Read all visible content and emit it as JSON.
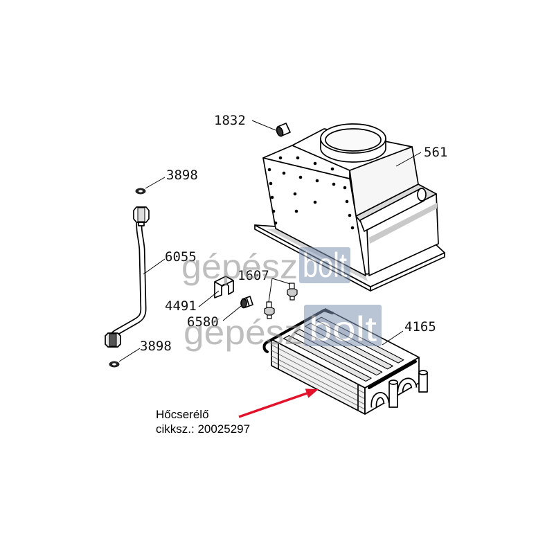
{
  "parts": {
    "p1832": "1832",
    "p561": "561",
    "p3898_top": "3898",
    "p6055": "6055",
    "p1607": "1607",
    "p4491": "4491",
    "p6580": "6580",
    "p4165": "4165",
    "p3898_bottom": "3898"
  },
  "callout": {
    "name": "Hőcserélő",
    "code": "cikksz.: 20025297"
  },
  "watermark": {
    "gray_part": "gépész",
    "box_part": "bolt"
  },
  "colors": {
    "arrow": "#e2122b",
    "watermark_gray": "#8a8a8a",
    "watermark_box": "#8094b4"
  }
}
